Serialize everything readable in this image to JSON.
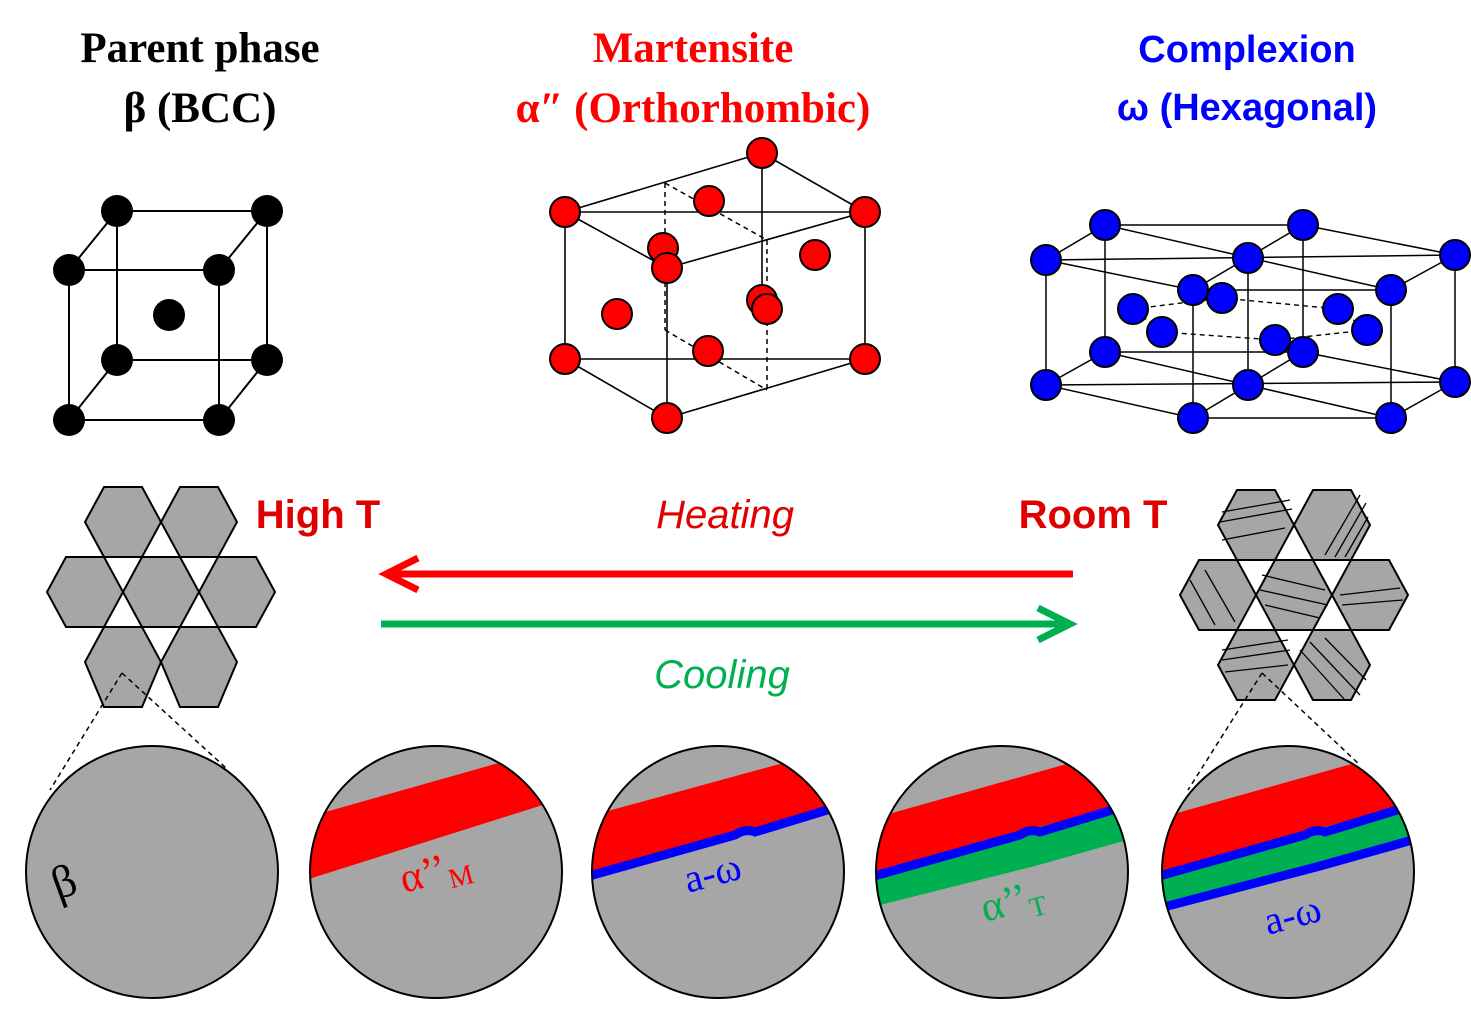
{
  "colors": {
    "red": "#ff0000",
    "blue": "#0000ff",
    "green": "#00b050",
    "black": "#000000",
    "gray": "#a6a6a6",
    "dark_red": "#e00000"
  },
  "headers": {
    "parent": {
      "line1": "Parent phase",
      "line2": "β (BCC)"
    },
    "martensite": {
      "line1": "Martensite",
      "line2": "α″ (Orthorhombic)"
    },
    "complexion": {
      "line1": "Complexion",
      "line2": "ω (Hexagonal)"
    }
  },
  "process": {
    "high_t": "High T",
    "room_t": "Room T",
    "heating": "Heating",
    "cooling": "Cooling"
  },
  "circles": {
    "c1": {
      "label": "β"
    },
    "c2": {
      "label": "α’’",
      "sub": "M"
    },
    "c3": {
      "label": "a-ω"
    },
    "c4": {
      "label": "α’’",
      "sub": "T"
    },
    "c5": {
      "label": "a-ω"
    }
  }
}
